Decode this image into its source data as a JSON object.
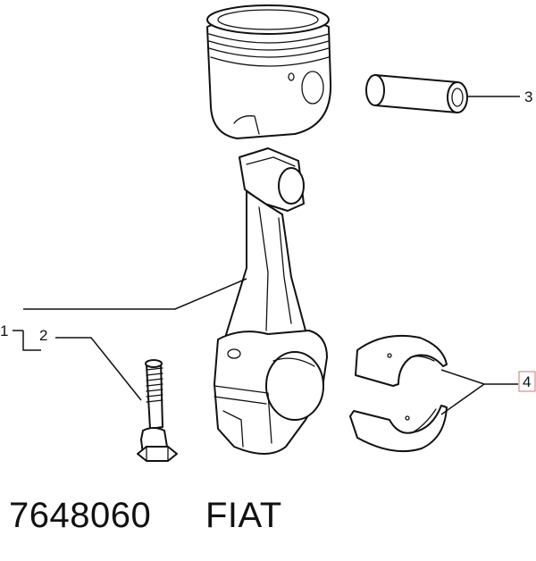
{
  "callouts": {
    "label_1": "1",
    "label_2": "2",
    "label_3": "3",
    "label_4": "4"
  },
  "caption": {
    "part_number": "7648060",
    "brand": "FIAT"
  },
  "colors": {
    "line": "#111111",
    "highlight_box": "#d98c8c"
  }
}
